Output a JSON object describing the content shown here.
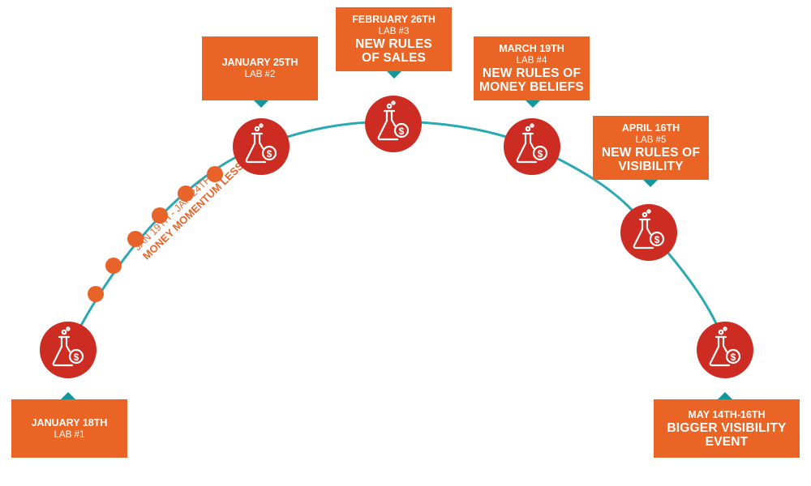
{
  "colors": {
    "arc": "#2ba9b3",
    "node": "#cc2c21",
    "box": "#ea6425",
    "pointer": "#13979c",
    "dot": "#e8632a"
  },
  "lessons": {
    "dates": "JAN 19TH - JAN 24TH",
    "title": "MONEY MOMENTUM LESSONS"
  },
  "labs": [
    {
      "date": "JANUARY 18TH",
      "lab": "LAB #1",
      "title": "",
      "icon": "flask-dollar-icon"
    },
    {
      "date": "JANUARY 25TH",
      "lab": "LAB #2",
      "title": "",
      "icon": "flask-dollar-icon"
    },
    {
      "date": "FEBRUARY 26TH",
      "lab": "LAB #3",
      "title": "NEW RULES OF SALES",
      "icon": "flask-dollar-icon"
    },
    {
      "date": "MARCH 19TH",
      "lab": "LAB #4",
      "title": "NEW RULES OF MONEY BELIEFS",
      "icon": "flask-dollar-icon"
    },
    {
      "date": "APRIL 16TH",
      "lab": "LAB #5",
      "title": "NEW RULES OF VISIBILITY",
      "icon": "flask-dollar-icon"
    },
    {
      "date": "MAY 14TH-16TH",
      "lab": "",
      "title": "BIGGER VISIBILITY EVENT",
      "icon": "flask-dollar-icon"
    }
  ]
}
